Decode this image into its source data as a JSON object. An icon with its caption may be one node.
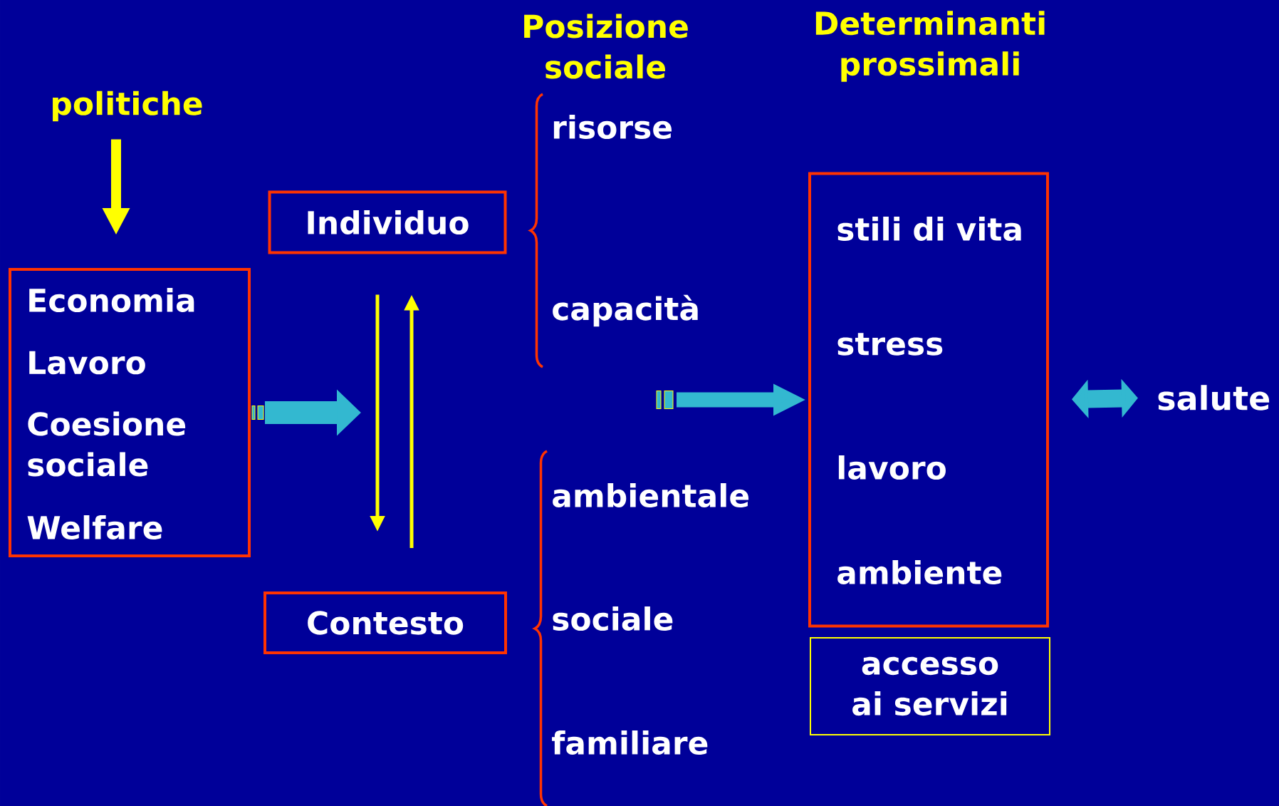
{
  "diagram": {
    "nodes": [
      {
        "text": [
          "politiche"
        ]
      },
      {
        "text": [
          "Economia",
          "Lavoro",
          "Coesione sociale",
          "Welfare"
        ]
      },
      {
        "text": [
          "Individuo"
        ]
      },
      {
        "text": [
          "Contesto"
        ]
      },
      {
        "text": [
          "Determinanti prossimali",
          "stili di vita",
          "stress",
          "lavoro",
          "ambiente"
        ]
      },
      {
        "text": [
          "accesso ai servizi"
        ]
      },
      {
        "text": [
          "salute"
        ]
      }
    ],
    "edges": [
      {
        "from": 0,
        "to": 1,
        "arrow": "to"
      },
      {
        "from": 1,
        "to": null,
        "arrow": "to",
        "style": "thick",
        "color": "#33b8d0"
      },
      {
        "from": 2,
        "to": 3,
        "arrow": "to"
      },
      {
        "from": 3,
        "to": 2,
        "arrow": "to"
      },
      {
        "from": null,
        "to": 4,
        "arrow": "to",
        "color": "#33b8d0"
      },
      {
        "from": 4,
        "to": 6,
        "arrow": "both",
        "color": "#33b8d0"
      }
    ],
    "labels": [
      "Posizione sociale",
      "risorse",
      "capacità",
      "ambientale",
      "sociale",
      "familiare"
    ]
  }
}
